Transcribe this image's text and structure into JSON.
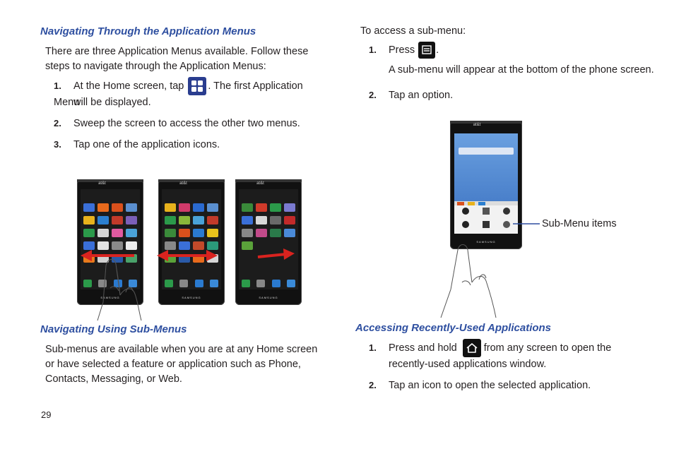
{
  "left": {
    "heading1": "Navigating Through the Application Menus",
    "intro": "There are three Application Menus available. Follow these steps to navigate through the Application Menus:",
    "steps": [
      {
        "num": "1.",
        "before": "At the Home screen, tap",
        "after": ". The first Application Menu",
        "cont": "will be displayed."
      },
      {
        "num": "2.",
        "text": "Sweep the screen to access the other two menus."
      },
      {
        "num": "3.",
        "text": "Tap one of the application icons."
      }
    ],
    "heading2": "Navigating Using Sub-Menus",
    "submenu_text": "Sub-menus are available when you are at any Home screen or have selected a feature or application such as Phone, Contacts, Messaging, or Web."
  },
  "right": {
    "intro": "To access a sub-menu:",
    "steps": [
      {
        "num": "1.",
        "before": "Press",
        "after": ".",
        "cont": "A sub-menu will appear at the bottom of the phone screen."
      },
      {
        "num": "2.",
        "text": "Tap an option."
      }
    ],
    "callout": "Sub-Menu items",
    "heading3": "Accessing Recently-Used Applications",
    "steps2": [
      {
        "num": "1.",
        "before": "Press and hold",
        "after": "from any screen to open the",
        "cont": "recently-used applications window."
      },
      {
        "num": "2.",
        "text": "Tap an icon to open the selected application."
      }
    ]
  },
  "phone_labels": {
    "carrier": "at&t",
    "brand": "SAMSUNG"
  },
  "page_number": "29",
  "colors": {
    "heading": "#2e4fa0",
    "arrow": "#d9231f",
    "callout_line": "#2e4fa0"
  },
  "icons": [
    "application-menu-icon",
    "menu-key-icon",
    "home-key-icon"
  ]
}
